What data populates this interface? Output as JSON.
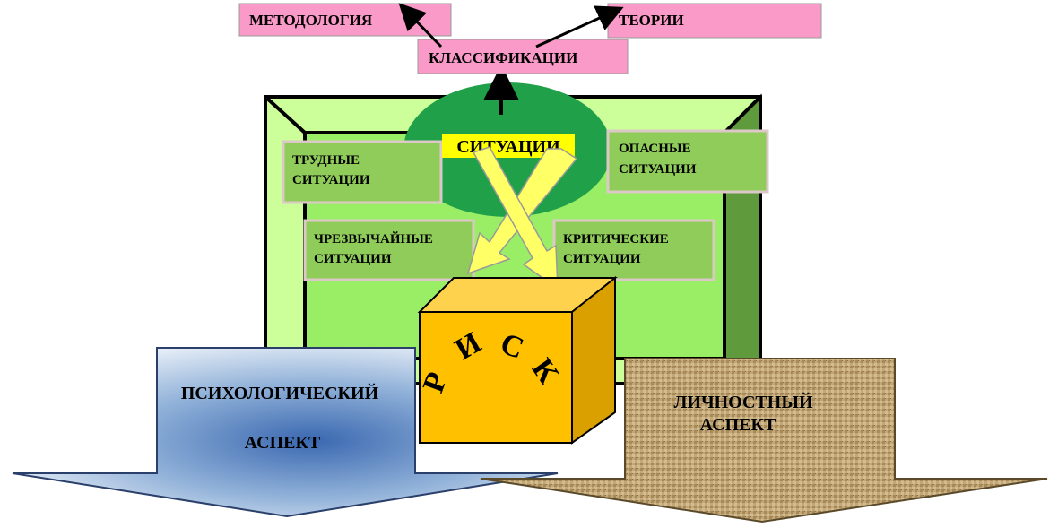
{
  "top_boxes": {
    "methodology": "МЕТОДОЛОГИЯ",
    "theories": "ТЕОРИИ",
    "classifications": "КЛАССИФИКАЦИИ"
  },
  "center": {
    "situations": "СИТУАЦИИ"
  },
  "inner_boxes": {
    "difficult": {
      "line1": "ТРУДНЫЕ",
      "line2": "СИТУАЦИИ"
    },
    "dangerous": {
      "line1": "ОПАСНЫЕ",
      "line2": "СИТУАЦИИ"
    },
    "emergency": {
      "line1": "ЧРЕЗВЫЧАЙНЫЕ",
      "line2": "СИТУАЦИИ"
    },
    "critical": {
      "line1": "КРИТИЧЕСКИЕ",
      "line2": "СИТУАЦИИ"
    }
  },
  "risk_cube": {
    "letters": [
      "Р",
      "И",
      "С",
      "К"
    ]
  },
  "aspects": {
    "psychological": {
      "line1": "ПСИХОЛОГИЧЕСКИЙ",
      "line2": "АСПЕКТ"
    },
    "personal": {
      "line1": "ЛИЧНОСТНЫЙ",
      "line2": "АСПЕКТ"
    }
  },
  "colors": {
    "pink": "#f99ac8",
    "light_green": "#ccff99",
    "mid_green": "#99dd66",
    "dark_green": "#5a9a3a",
    "ellipse_green": "#1fa049",
    "box_green": "#8fcc5a",
    "yellow": "#ffff00",
    "cube_front": "#ffc000",
    "cube_side": "#d9a000",
    "blue": "#2f5fa8",
    "tan": "#b89a6a"
  }
}
